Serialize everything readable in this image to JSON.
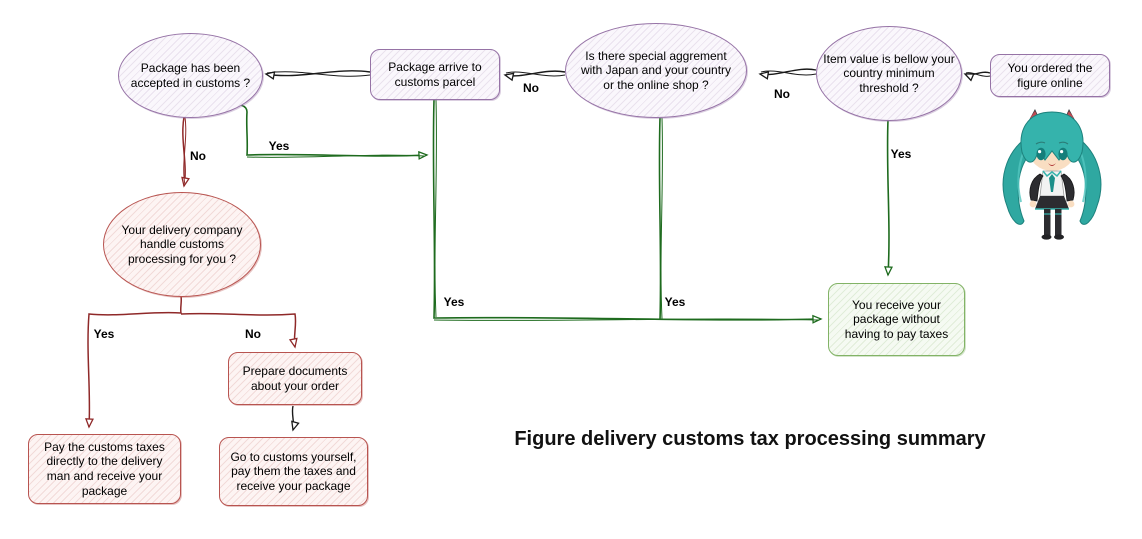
{
  "title": "Figure delivery customs tax processing summary",
  "nodes": {
    "ordered": {
      "label": "You ordered the figure online",
      "shape": "box",
      "color_theme": "purple"
    },
    "item_value": {
      "label": "Item value is bellow your country minimum threshold ?",
      "shape": "ellipse",
      "color_theme": "purple"
    },
    "special_agreement": {
      "label": "Is there special aggrement with Japan and your country or the online shop ?",
      "shape": "ellipse",
      "color_theme": "purple"
    },
    "arrive_customs": {
      "label": "Package arrive to customs parcel",
      "shape": "box",
      "color_theme": "purple"
    },
    "accepted_customs": {
      "label": "Package has been accepted in customs ?",
      "shape": "ellipse",
      "color_theme": "purple"
    },
    "delivery_company": {
      "label": "Your delivery company handle customs processing for you ?",
      "shape": "ellipse",
      "color_theme": "red"
    },
    "pay_delivery_man": {
      "label": "Pay the customs taxes directly to the delivery man and receive your package",
      "shape": "box",
      "color_theme": "red"
    },
    "prepare_documents": {
      "label": "Prepare documents about your order",
      "shape": "box",
      "color_theme": "red"
    },
    "go_to_customs": {
      "label": "Go to customs yourself, pay them the taxes and receive your package",
      "shape": "box",
      "color_theme": "red"
    },
    "receive_no_tax": {
      "label": "You receive your package without having to pay taxes",
      "shape": "box",
      "color_theme": "green"
    }
  },
  "edges": [
    {
      "from": "ordered",
      "to": "item_value",
      "label": "",
      "color": "black"
    },
    {
      "from": "item_value",
      "to": "special_agreement",
      "label": "No",
      "color": "black"
    },
    {
      "from": "special_agreement",
      "to": "arrive_customs",
      "label": "No",
      "color": "black"
    },
    {
      "from": "arrive_customs",
      "to": "accepted_customs",
      "label": "",
      "color": "black"
    },
    {
      "from": "accepted_customs",
      "to": "delivery_company",
      "label": "No",
      "color": "red"
    },
    {
      "from": "accepted_customs",
      "to": "receive_no_tax",
      "label": "Yes",
      "color": "green"
    },
    {
      "from": "arrive_customs",
      "to": "receive_no_tax",
      "label": "Yes",
      "color": "green"
    },
    {
      "from": "special_agreement",
      "to": "receive_no_tax",
      "label": "Yes",
      "color": "green"
    },
    {
      "from": "item_value",
      "to": "receive_no_tax",
      "label": "Yes",
      "color": "green"
    },
    {
      "from": "delivery_company",
      "to": "pay_delivery_man",
      "label": "Yes",
      "color": "red"
    },
    {
      "from": "delivery_company",
      "to": "prepare_documents",
      "label": "No",
      "color": "red"
    },
    {
      "from": "prepare_documents",
      "to": "go_to_customs",
      "label": "",
      "color": "black"
    }
  ],
  "edge_labels": {
    "item_value_no": "No",
    "special_agreement_no": "No",
    "accepted_no": "No",
    "accepted_yes": "Yes",
    "arrive_branch_yes": "Yes",
    "special_branch_yes": "Yes",
    "item_value_yes": "Yes",
    "delivery_yes": "Yes",
    "delivery_no": "No"
  },
  "colors": {
    "purple_stroke": "#9673a6",
    "red_stroke": "#b85450",
    "red_arrow": "#8f2929",
    "green_stroke": "#82b366",
    "green_arrow": "#1e6b1e",
    "black_arrow": "#1a1a1a"
  }
}
